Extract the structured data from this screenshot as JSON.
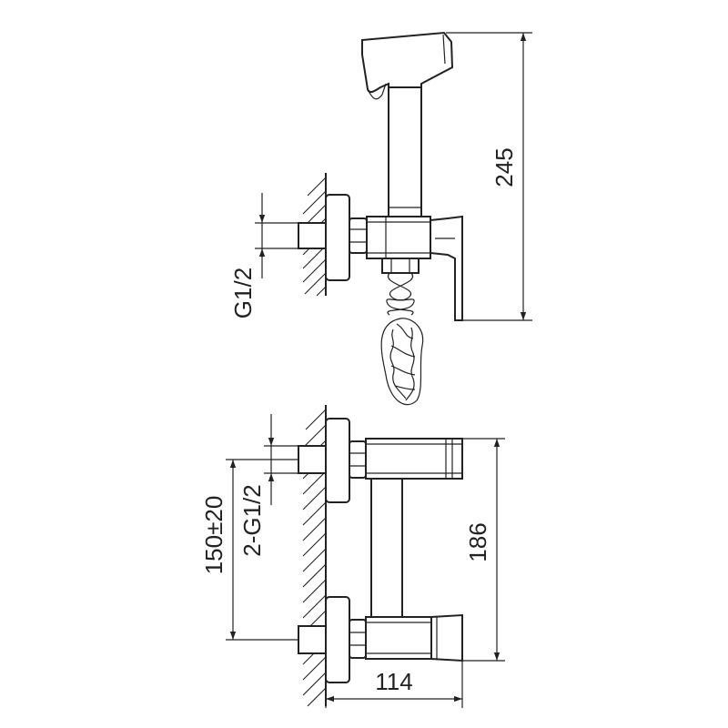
{
  "dimensions": {
    "upper_height": "245",
    "upper_thread": "G1/2",
    "lower_height": "186",
    "lower_thread": "2-G1/2",
    "lower_spacing": "150±20",
    "lower_width": "114"
  },
  "colors": {
    "line": "#222222",
    "background": "#ffffff"
  }
}
